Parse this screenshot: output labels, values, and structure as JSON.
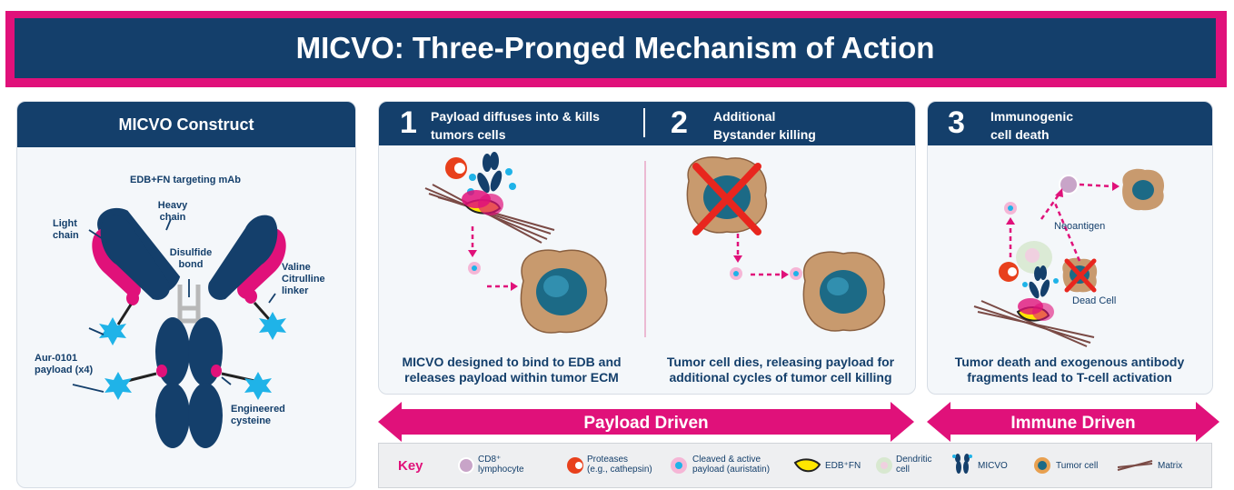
{
  "title": "MICVO: Three-Pronged Mechanism of Action",
  "construct": {
    "header": "MICVO Construct",
    "target_label": "EDB+FN targeting mAb",
    "heavy_chain": [
      "Heavy",
      "chain"
    ],
    "light_chain": [
      "Light",
      "chain"
    ],
    "disulfide": [
      "Disulfide",
      "bond"
    ],
    "linker": [
      "Valine",
      "Citrulline",
      "linker"
    ],
    "payload": [
      "Aur-0101",
      "payload (x4)"
    ],
    "cysteine": [
      "Engineered",
      "cysteine"
    ]
  },
  "steps": [
    {
      "number": "1",
      "title": [
        "Payload diffuses into & kills",
        "tumors cells"
      ],
      "caption": [
        "MICVO designed to bind to EDB and",
        "releases payload within tumor ECM"
      ]
    },
    {
      "number": "2",
      "title": [
        "Additional",
        "Bystander killing"
      ],
      "caption": [
        "Tumor cell dies, releasing payload for",
        "additional cycles of tumor cell killing"
      ]
    },
    {
      "number": "3",
      "title": [
        "Immunogenic",
        "cell death"
      ],
      "caption": [
        "Tumor death and exogenous antibody",
        "fragments lead to T-cell activation"
      ],
      "neoantigen": "Neoantigen",
      "dead_cell": "Dead Cell"
    }
  ],
  "arrows": {
    "payload": "Payload Driven",
    "immune": "Immune Driven"
  },
  "key": {
    "label": "Key",
    "items": [
      {
        "name": "CD8⁺ lymphocyte",
        "lines": [
          "CD8⁺",
          "lymphocyte"
        ],
        "icon": "cd8-lymphocyte-icon"
      },
      {
        "name": "Proteases",
        "lines": [
          "Proteases",
          "(e.g., cathepsin)"
        ],
        "icon": "protease-icon"
      },
      {
        "name": "Cleaved & active payload",
        "lines": [
          "Cleaved & active",
          "payload (auristatin)"
        ],
        "icon": "payload-icon"
      },
      {
        "name": "EDB+FN",
        "lines": [
          "EDB⁺FN"
        ],
        "icon": "edb-fn-icon"
      },
      {
        "name": "Dendritic cell",
        "lines": [
          "Dendritic",
          "cell"
        ],
        "icon": "dendritic-cell-icon"
      },
      {
        "name": "MICVO",
        "lines": [
          "MICVO"
        ],
        "icon": "micvo-icon"
      },
      {
        "name": "Tumor cell",
        "lines": [
          "Tumor cell"
        ],
        "icon": "tumor-cell-icon"
      },
      {
        "name": "Matrix",
        "lines": [
          "Matrix"
        ],
        "icon": "matrix-icon"
      }
    ]
  },
  "colors": {
    "navy": "#143f6b",
    "magenta": "#e0117a",
    "cyan": "#1fb3e8",
    "tumor": "#c89a6e",
    "nucleus": "#1c6a86"
  }
}
